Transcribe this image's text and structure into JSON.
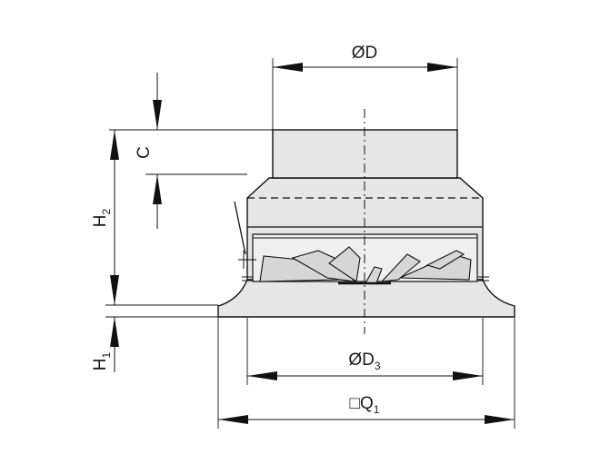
{
  "drawing": {
    "labels": {
      "d": "ØD",
      "c": "C",
      "h2_main": "H",
      "h2_sub": "2",
      "h1_main": "H",
      "h1_sub": "1",
      "d3_main": "ØD",
      "d3_sub": "3",
      "q1_main": "□Q",
      "q1_sub": "1"
    }
  }
}
